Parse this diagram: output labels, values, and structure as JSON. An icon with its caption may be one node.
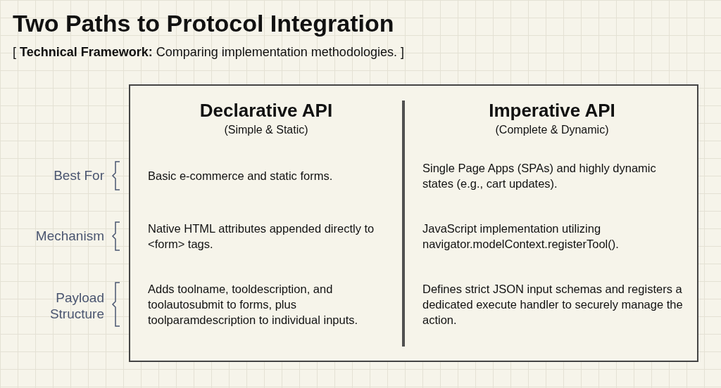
{
  "diagram": {
    "title": "Two Paths to Protocol Integration",
    "labels": [
      "[ **Technical Framework:** Comparing implementation methodologies. ]",
      "Declarative API",
      "(Simple & Static)",
      "Imperative API",
      "(Complete & Dynamic)",
      "Best For",
      "Basic e-commerce and static forms.",
      "Single Page Apps (SPAs) and highly dynamic states (e.g., cart updates).",
      "Mechanism",
      "Native HTML attributes appended directly to <form> tags.",
      "JavaScript implementation utilizing navigator.modelContext.registerTool().",
      "Payload Structure",
      "Adds toolname, tooldescription, and toolautosubmit to forms, plus toolparamdescription to individual inputs.",
      "Defines strict JSON input schemas and registers a dedicated execute handler to securely manage the action."
    ]
  }
}
